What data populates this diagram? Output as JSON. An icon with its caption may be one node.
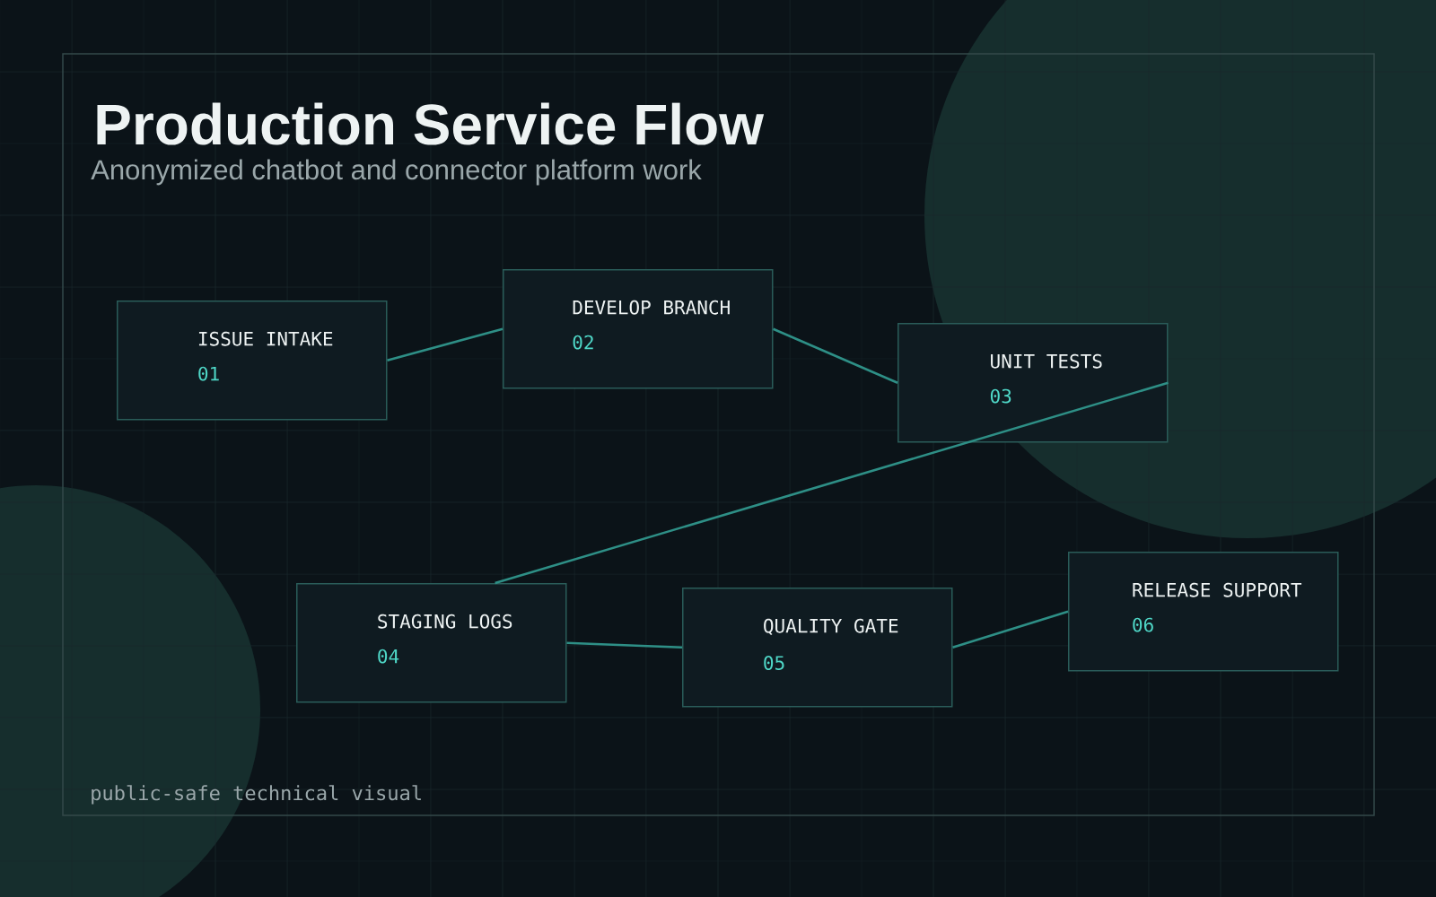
{
  "diagram": {
    "title": "Production Service Flow",
    "nodes": [
      {
        "text": [
          "ISSUE INTAKE",
          "01"
        ]
      },
      {
        "text": [
          "DEVELOP BRANCH",
          "02"
        ]
      },
      {
        "text": [
          "UNIT TESTS",
          "03"
        ]
      },
      {
        "text": [
          "STAGING LOGS",
          "04"
        ]
      },
      {
        "text": [
          "QUALITY GATE",
          "05"
        ]
      },
      {
        "text": [
          "RELEASE SUPPORT",
          "06"
        ]
      }
    ],
    "edges": [
      {
        "from": 0,
        "to": 1,
        "arrow": "none"
      },
      {
        "from": 1,
        "to": 2,
        "arrow": "none"
      },
      {
        "from": 2,
        "to": 3,
        "arrow": "none"
      },
      {
        "from": 3,
        "to": 4,
        "arrow": "none"
      },
      {
        "from": 4,
        "to": 5,
        "arrow": "none"
      }
    ],
    "labels": [
      "Anonymized chatbot and connector platform work",
      "public-safe technical visual"
    ]
  }
}
